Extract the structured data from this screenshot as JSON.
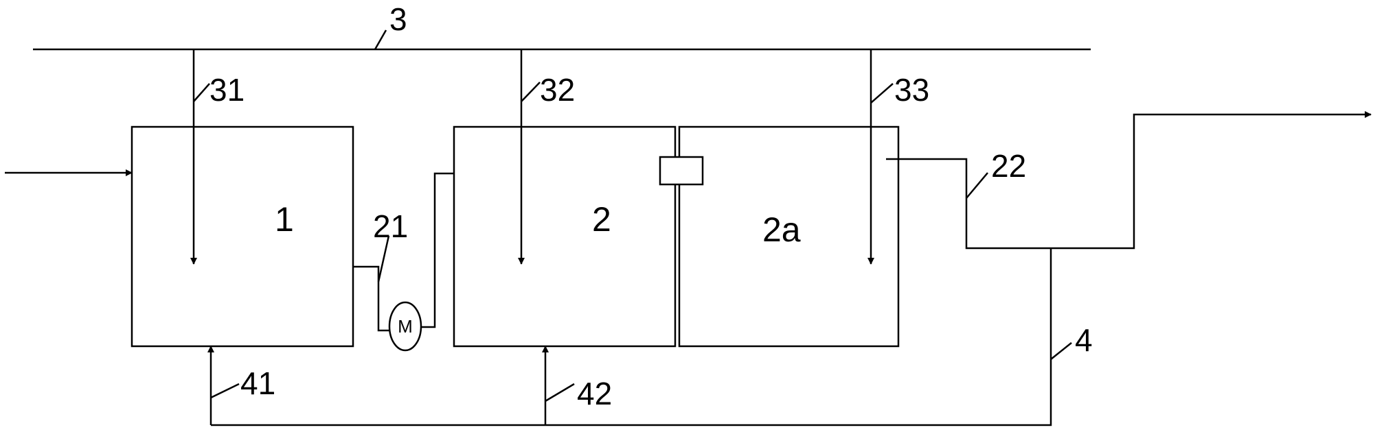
{
  "diagram": {
    "units": {
      "unit_1": "1",
      "unit_2": "2",
      "unit_2a": "2a"
    },
    "motor": "M",
    "labels": {
      "header_line": "3",
      "branch_31": "31",
      "branch_32": "32",
      "branch_33": "33",
      "pipe_21": "21",
      "pipe_22": "22",
      "return_line": "4",
      "return_41": "41",
      "return_42": "42"
    }
  }
}
